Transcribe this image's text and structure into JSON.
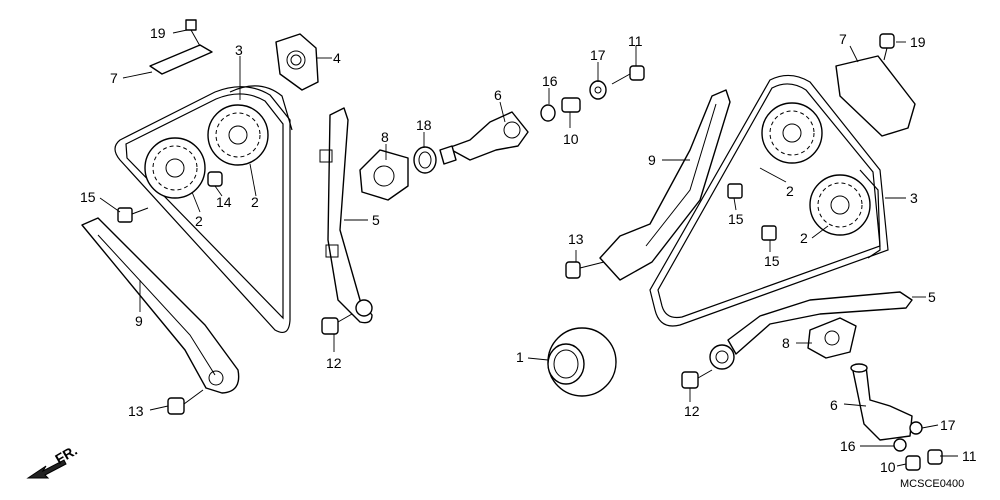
{
  "diagram": {
    "drawing_code": "MCSCE0400",
    "front_indicator": "FR.",
    "callouts": {
      "c_19a": "19",
      "c_7a": "7",
      "c_3a": "3",
      "c_4": "4",
      "c_2a": "2",
      "c_2b": "2",
      "c_14": "14",
      "c_15a": "15",
      "c_9a": "9",
      "c_13a": "13",
      "c_8a": "8",
      "c_18": "18",
      "c_5a": "5",
      "c_12a": "12",
      "c_6a": "6",
      "c_16a": "16",
      "c_10a": "10",
      "c_17a": "17",
      "c_11a": "11",
      "c_1": "1",
      "c_7b": "7",
      "c_19b": "19",
      "c_9b": "9",
      "c_2c": "2",
      "c_15b": "15",
      "c_3b": "3",
      "c_2d": "2",
      "c_15c": "15",
      "c_13b": "13",
      "c_5b": "5",
      "c_8b": "8",
      "c_12b": "12",
      "c_6b": "6",
      "c_17b": "17",
      "c_16b": "16",
      "c_11b": "11",
      "c_10b": "10"
    }
  }
}
